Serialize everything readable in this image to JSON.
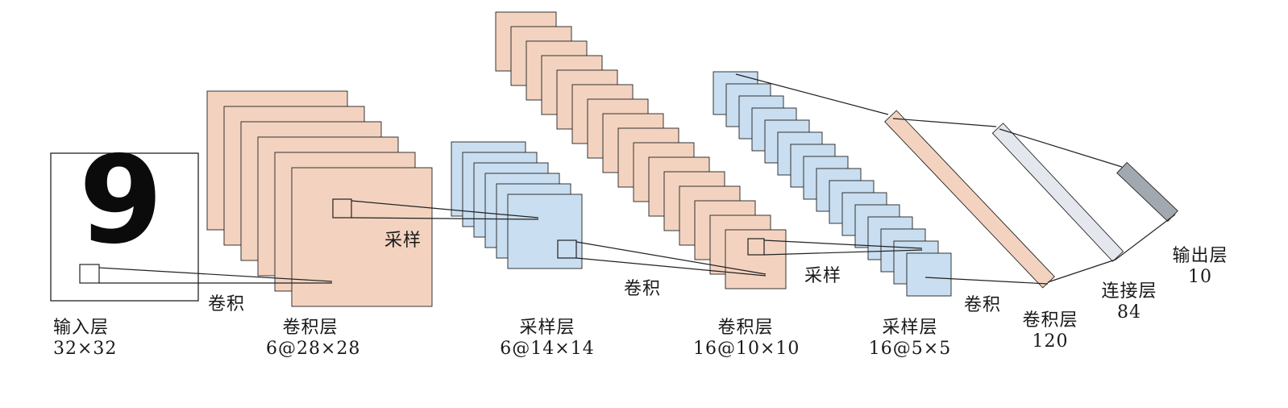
{
  "input": {
    "digit": "9"
  },
  "layers": [
    {
      "id": "input",
      "name": "输入层",
      "shape": "32×32"
    },
    {
      "id": "c1",
      "name": "卷积层",
      "shape": "6@28×28"
    },
    {
      "id": "s2",
      "name": "采样层",
      "shape": "6@14×14"
    },
    {
      "id": "c3",
      "name": "卷积层",
      "shape": "16@10×10"
    },
    {
      "id": "s4",
      "name": "采样层",
      "shape": "16@5×5"
    },
    {
      "id": "c5",
      "name": "卷积层",
      "shape": "120"
    },
    {
      "id": "f6",
      "name": "连接层",
      "shape": "84"
    },
    {
      "id": "out",
      "name": "输出层",
      "shape": "10"
    }
  ],
  "operations": {
    "conv1": "卷积",
    "pool1": "采样",
    "conv2": "卷积",
    "pool2": "采样",
    "conv3": "卷积"
  },
  "colors": {
    "conv": "#f3d3c0",
    "pool": "#c9def0",
    "fc": "#e4e8ee",
    "output": "#a2a8b0",
    "stroke": "#222222"
  }
}
